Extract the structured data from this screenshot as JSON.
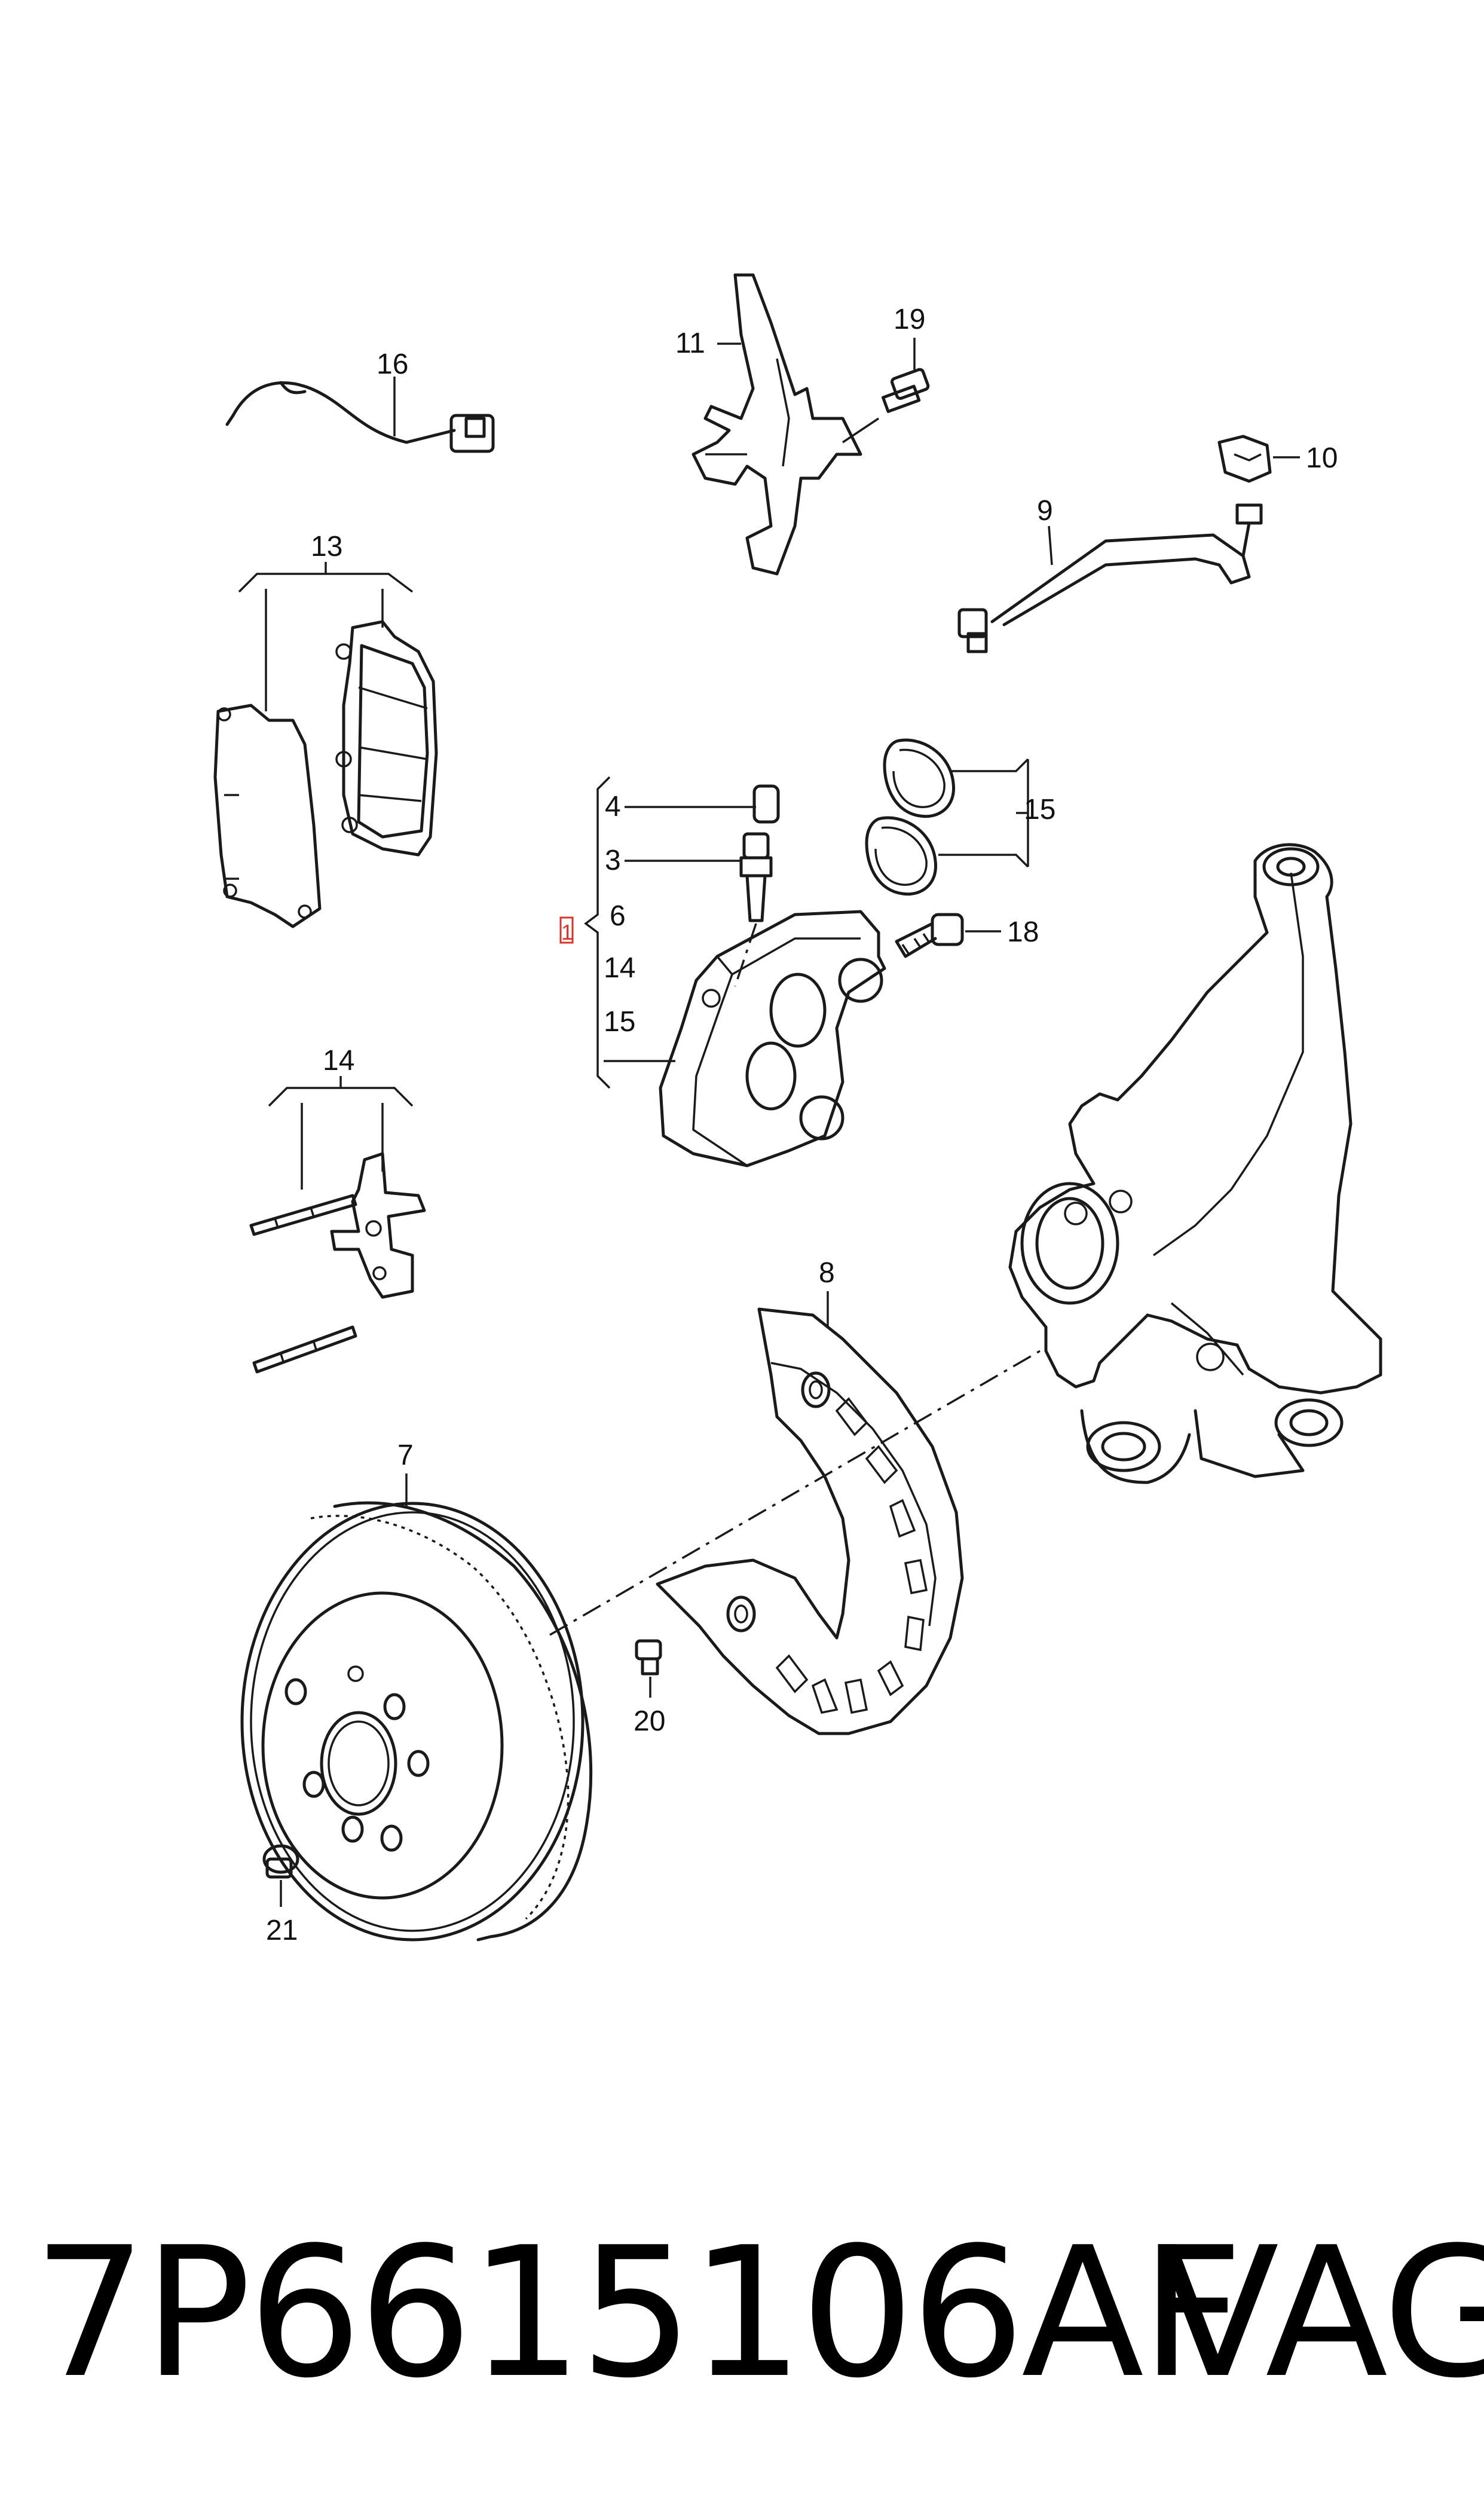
{
  "callouts": {
    "c1": "1",
    "c3": "3",
    "c4": "4",
    "c6": "6",
    "c7": "7",
    "c8": "8",
    "c9": "9",
    "c10": "10",
    "c11": "11",
    "c13": "13",
    "c14a": "14",
    "c14b": "14",
    "c15a": "15",
    "c15b": "15",
    "c16": "16",
    "c18": "18",
    "c19": "19",
    "c20": "20",
    "c21": "21"
  },
  "caption": {
    "part_number": "7P6615106AF",
    "brand": "VAG"
  },
  "colors": {
    "line": "#1a1a1a",
    "highlight_box": "#d9342b",
    "background": "#ffffff"
  }
}
